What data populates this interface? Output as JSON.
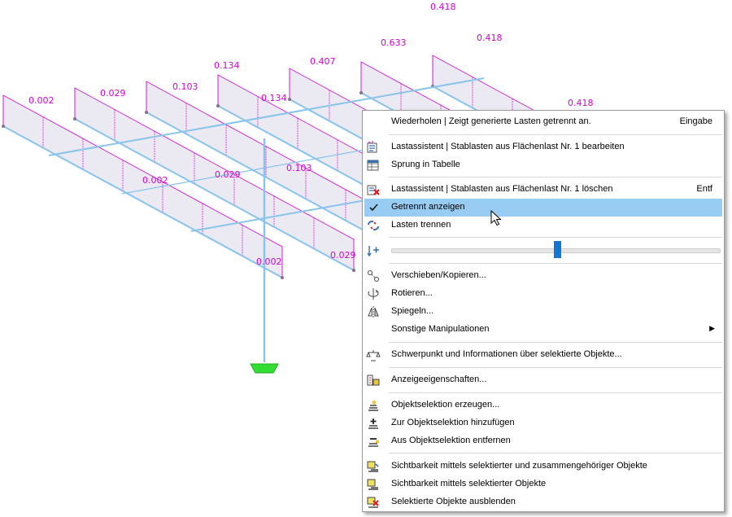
{
  "viewport": {
    "load_labels": [
      "0.002",
      "0.029",
      "0.103",
      "0.134",
      "0.407",
      "0.633",
      "0.418",
      "0.418",
      "0.418",
      "0.134",
      "0.002",
      "0.029",
      "0.103",
      "0.002",
      "0.029"
    ],
    "colors": {
      "member": "#88c4ec",
      "load_fill": "#e6e3ee",
      "load_line": "#d400d4",
      "support": "#33dd33",
      "node": "#8c6d8c"
    }
  },
  "context_menu": {
    "items": [
      {
        "label": "Wiederholen | Zeigt generierte Lasten getrennt an.",
        "shortcut": "Eingabe",
        "icon": ""
      },
      {
        "label": "Lastassistent | Stablasten aus Flächenlast Nr. 1 bearbeiten",
        "shortcut": "",
        "icon": "load-wizard-edit-icon"
      },
      {
        "label": "Sprung in Tabelle",
        "shortcut": "",
        "icon": "jump-to-table-icon"
      },
      {
        "label": "Lastassistent | Stablasten aus Flächenlast Nr. 1 löschen",
        "shortcut": "Entf",
        "icon": "load-wizard-delete-icon"
      },
      {
        "label": "Getrennt anzeigen",
        "shortcut": "",
        "icon": "checkmark-icon",
        "checked": true
      },
      {
        "label": "Lasten trennen",
        "shortcut": "",
        "icon": "separate-loads-icon"
      },
      {
        "label": "Verschieben/Kopieren...",
        "shortcut": "",
        "icon": "move-copy-icon"
      },
      {
        "label": "Rotieren...",
        "shortcut": "",
        "icon": "rotate-icon"
      },
      {
        "label": "Spiegeln...",
        "shortcut": "",
        "icon": "mirror-icon"
      },
      {
        "label": "Sonstige Manipulationen",
        "shortcut": "",
        "icon": "",
        "submenu": true
      },
      {
        "label": "Schwerpunkt und Informationen über selektierte Objekte...",
        "shortcut": "",
        "icon": "center-of-gravity-icon"
      },
      {
        "label": "Anzeigeeigenschaften...",
        "shortcut": "",
        "icon": "display-properties-icon"
      },
      {
        "label": "Objektselektion erzeugen...",
        "shortcut": "",
        "icon": "create-selection-icon"
      },
      {
        "label": "Zur Objektselektion hinzufügen",
        "shortcut": "",
        "icon": "add-to-selection-icon"
      },
      {
        "label": "Aus Objektselektion entfernen",
        "shortcut": "",
        "icon": "remove-from-selection-icon"
      },
      {
        "label": "Sichtbarkeit mittels selektierter und zusammengehöriger Objekte",
        "shortcut": "",
        "icon": "visibility-related-icon"
      },
      {
        "label": "Sichtbarkeit mittels selektierter Objekte",
        "shortcut": "",
        "icon": "visibility-selected-icon"
      },
      {
        "label": "Selektierte Objekte ausblenden",
        "shortcut": "",
        "icon": "hide-selected-icon"
      }
    ],
    "slider": {
      "icon": "load-scale-icon",
      "value_fraction": 0.49
    },
    "highlight_color": "#99ccf2"
  }
}
